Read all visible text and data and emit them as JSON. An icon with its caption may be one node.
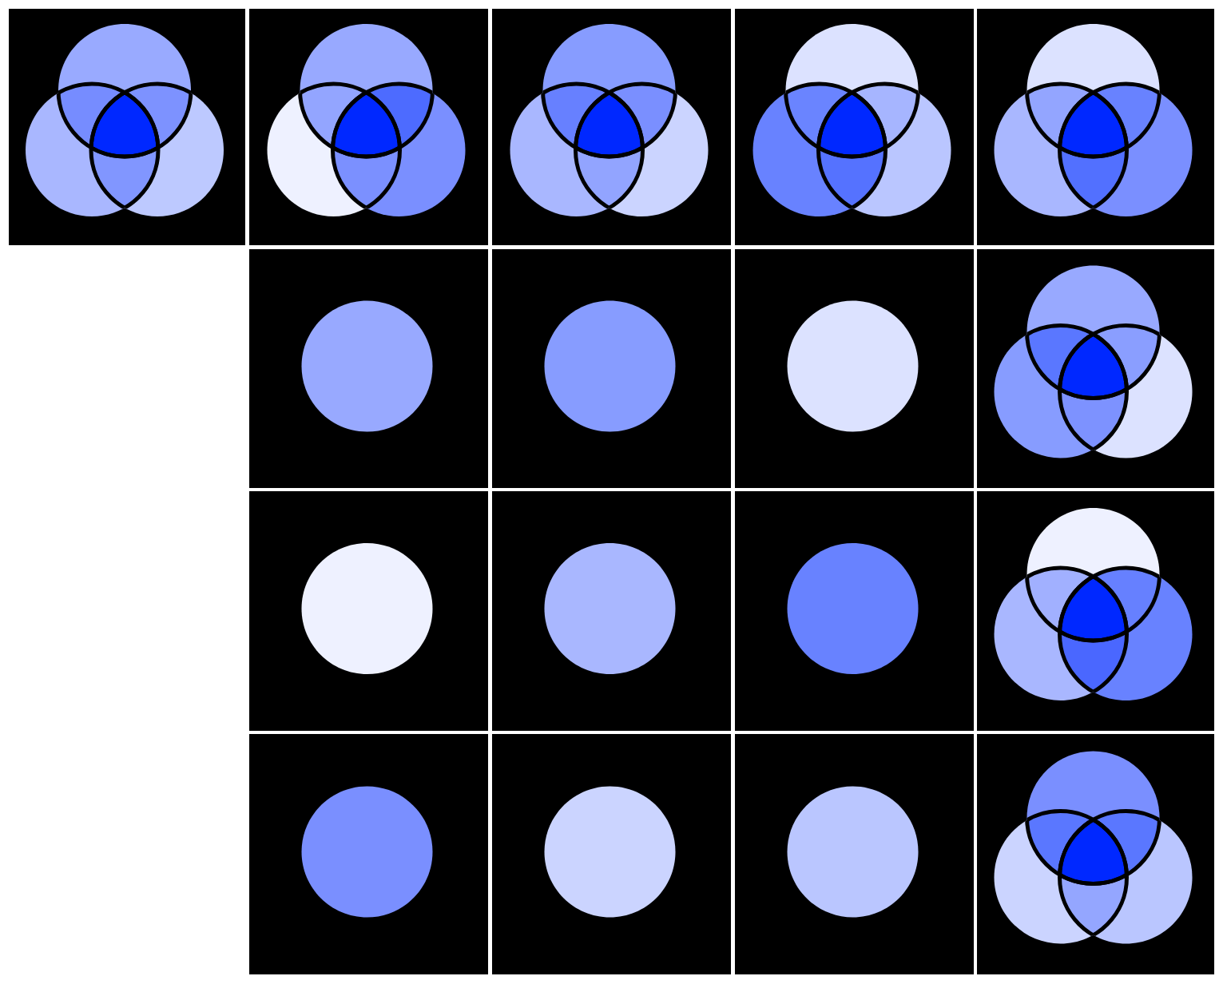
{
  "diagram": {
    "nodes": [
      {
        "text": [],
        "shape": "box"
      },
      {
        "text": [],
        "shape": "picture",
        "in": 0
      },
      {
        "text": [],
        "shape": "box"
      },
      {
        "text": [],
        "shape": "picture",
        "in": 2
      },
      {
        "text": [],
        "shape": "box"
      },
      {
        "text": [],
        "shape": "picture",
        "in": 4
      },
      {
        "text": [],
        "shape": "box"
      },
      {
        "text": [],
        "shape": "picture",
        "in": 6
      },
      {
        "text": [],
        "shape": "box"
      },
      {
        "text": [],
        "shape": "picture",
        "in": 8
      },
      {
        "text": [],
        "shape": "box"
      },
      {
        "text": [],
        "shape": "circle",
        "in": 10
      },
      {
        "text": [],
        "shape": "box"
      },
      {
        "text": [],
        "shape": "circle",
        "in": 12
      },
      {
        "text": [],
        "shape": "box"
      },
      {
        "text": [],
        "shape": "circle",
        "in": 14
      },
      {
        "text": [],
        "shape": "box"
      },
      {
        "text": [],
        "shape": "picture",
        "in": 16
      },
      {
        "text": [],
        "shape": "box"
      },
      {
        "text": [],
        "shape": "circle",
        "in": 18
      },
      {
        "text": [],
        "shape": "box"
      },
      {
        "text": [],
        "shape": "circle",
        "in": 20
      },
      {
        "text": [],
        "shape": "box"
      },
      {
        "text": [],
        "shape": "circle",
        "in": 22
      },
      {
        "text": [],
        "shape": "box"
      },
      {
        "text": [],
        "shape": "picture",
        "in": 24
      },
      {
        "text": [],
        "shape": "box"
      },
      {
        "text": [],
        "shape": "circle",
        "in": 26
      },
      {
        "text": [],
        "shape": "box"
      },
      {
        "text": [],
        "shape": "circle",
        "in": 28
      },
      {
        "text": [],
        "shape": "box"
      },
      {
        "text": [],
        "shape": "circle",
        "in": 30
      },
      {
        "text": [],
        "shape": "box"
      },
      {
        "text": [],
        "shape": "picture",
        "in": 32
      }
    ]
  }
}
